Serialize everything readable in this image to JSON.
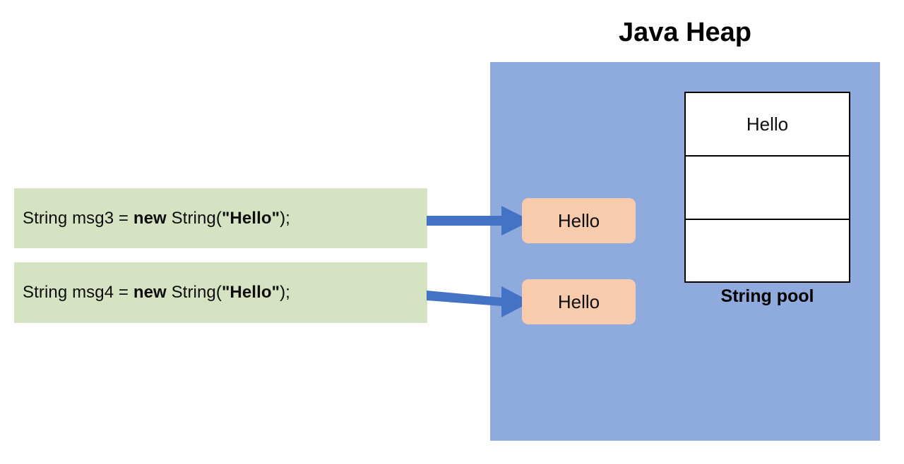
{
  "diagram": {
    "title": "Java Heap",
    "heap": {
      "label": "Java Heap",
      "fill_color": "#8faadc",
      "objects": [
        {
          "label": "Hello",
          "fill_color": "#f8cbad"
        },
        {
          "label": "Hello",
          "fill_color": "#f8cbad"
        }
      ],
      "string_pool": {
        "caption": "String pool",
        "rows": [
          "Hello",
          "",
          ""
        ],
        "fill_color": "#ffffff",
        "border_color": "#000000"
      }
    },
    "code_statements": [
      {
        "fill_color": "#d5e3c2",
        "parts": [
          {
            "text": "String msg3 = ",
            "bold": false
          },
          {
            "text": "new",
            "bold": true
          },
          {
            "text": " String(",
            "bold": false
          },
          {
            "text": "\"Hello\"",
            "bold": true
          },
          {
            "text": ");",
            "bold": false
          }
        ],
        "plain": "String msg3 = new String(\"Hello\");"
      },
      {
        "fill_color": "#d5e3c2",
        "parts": [
          {
            "text": "String msg4 = ",
            "bold": false
          },
          {
            "text": "new",
            "bold": true
          },
          {
            "text": " String(",
            "bold": false
          },
          {
            "text": "\"Hello\"",
            "bold": true
          },
          {
            "text": ");",
            "bold": false
          }
        ],
        "plain": "String msg4 = new String(\"Hello\");"
      }
    ],
    "arrows": [
      {
        "from": "code-statement-1",
        "to": "heap-object-1",
        "color": "#4472c4"
      },
      {
        "from": "code-statement-2",
        "to": "heap-object-2",
        "color": "#4472c4"
      }
    ]
  }
}
